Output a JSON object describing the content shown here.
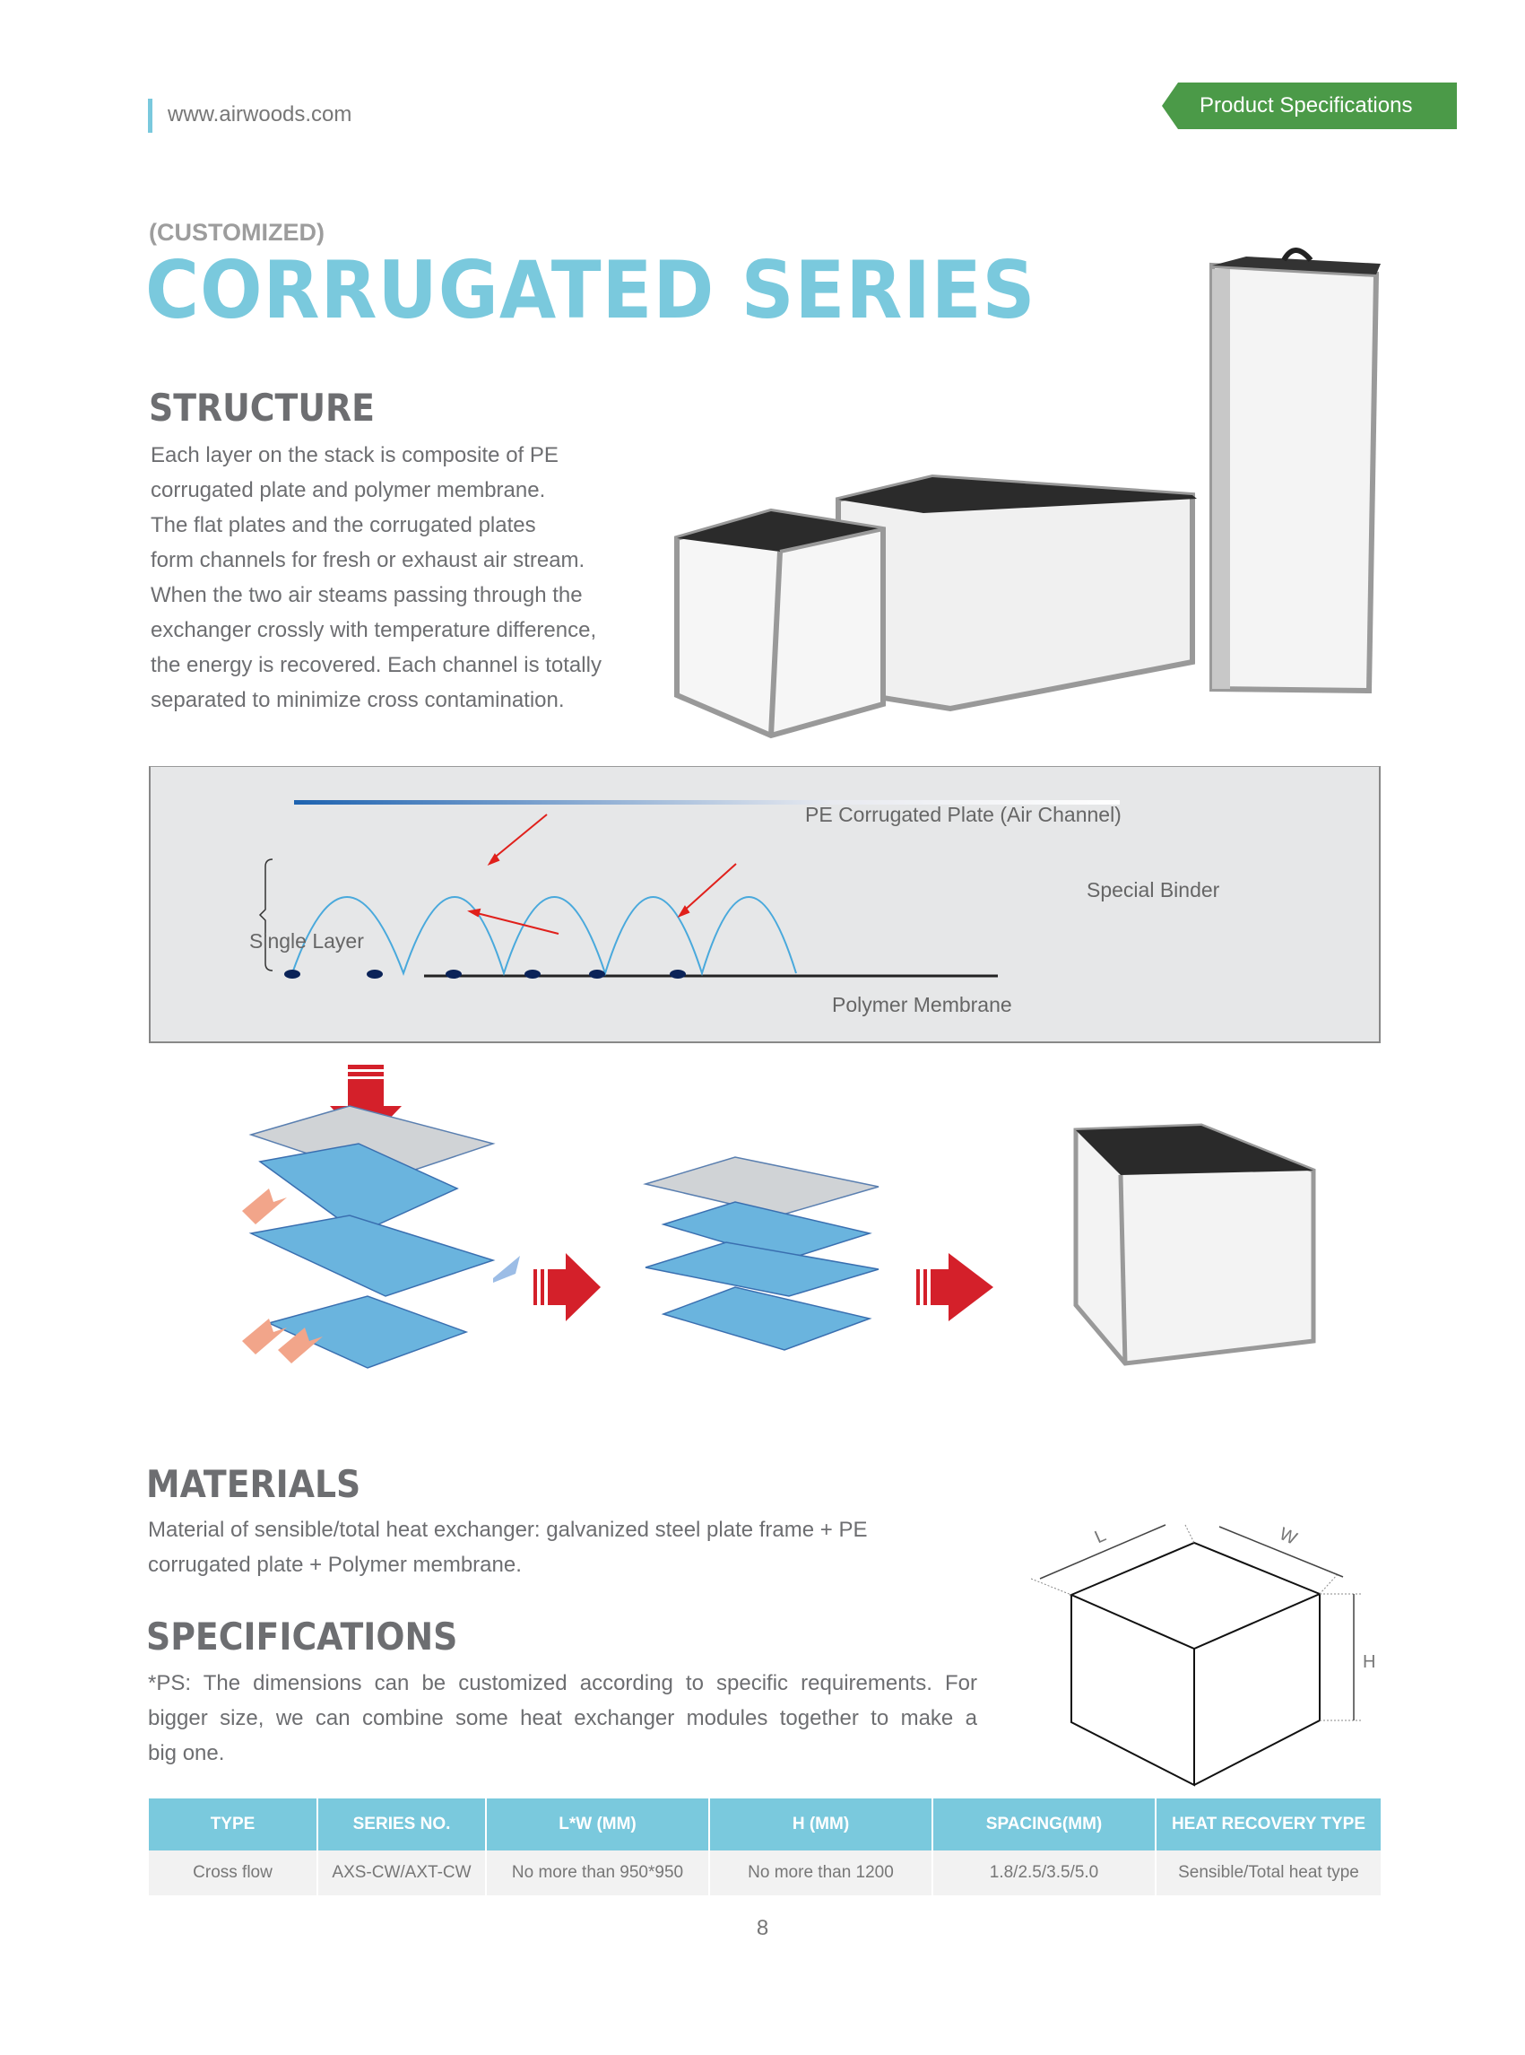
{
  "header": {
    "url": "www.airwoods.com",
    "section_tab": "Product Specifications"
  },
  "title": {
    "subtitle": "(CUSTOMIZED)",
    "main": "CORRUGATED SERIES"
  },
  "structure": {
    "heading": "STRUCTURE",
    "lines": [
      "Each layer on the stack is composite of PE",
      "corrugated plate and polymer membrane.",
      "The flat plates and the corrugated plates",
      "form channels for fresh or exhaust air stream.",
      "When the two air steams passing through the",
      "exchanger crossly with temperature difference,",
      "the energy is recovered. Each channel is totally",
      "separated to minimize cross contamination."
    ]
  },
  "diagram": {
    "corrugated_plate": "PE Corrugated Plate (Air Channel)",
    "special_binder": "Special Binder",
    "single_layer": "Single Layer",
    "polymer_membrane": "Polymer Membrane"
  },
  "materials": {
    "heading": "MATERIALS",
    "lines": [
      "Material of sensible/total heat exchanger: galvanized steel plate frame + PE",
      "corrugated plate + Polymer membrane."
    ]
  },
  "specifications": {
    "heading": "SPECIFICATIONS",
    "lines": [
      "*PS: The dimensions can be customized according to specific requirements. For",
      "bigger size, we can combine some heat exchanger modules together to make a",
      "big one."
    ]
  },
  "cube_labels": {
    "l": "L",
    "w": "W",
    "h": "H"
  },
  "table": {
    "headers": [
      "TYPE",
      "SERIES NO.",
      "L*W (MM)",
      "H (MM)",
      "SPACING(MM)",
      "HEAT RECOVERY TYPE"
    ],
    "rows": [
      [
        "Cross flow",
        "AXS-CW/AXT-CW",
        "No more than 950*950",
        "No more than 1200",
        "1.8/2.5/3.5/5.0",
        "Sensible/Total heat type"
      ]
    ]
  },
  "page_number": "8",
  "colors": {
    "accent": "#7ac9dd",
    "tab_green": "#4b9a48",
    "arrow_red": "#e0201b"
  }
}
